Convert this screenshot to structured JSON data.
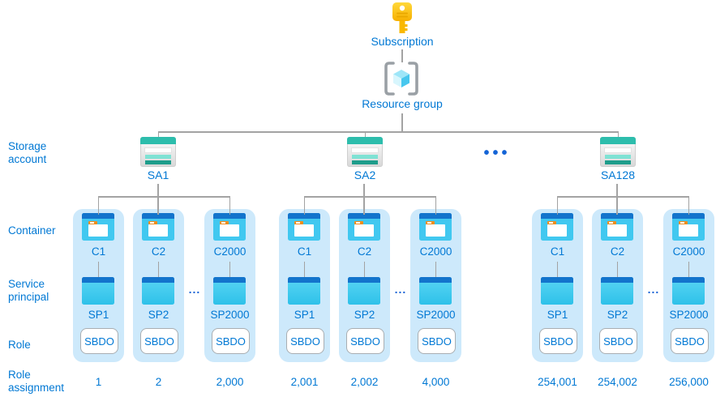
{
  "hierarchy_top": {
    "subscription": {
      "label": "Subscription",
      "icon": "key-icon"
    },
    "resource_group": {
      "label": "Resource group",
      "icon": "resource-group-cube-icon"
    }
  },
  "row_labels": {
    "storage_account": "Storage account",
    "container": "Container",
    "service_principal": "Service principal",
    "role": "Role",
    "role_assignment": "Role assignment"
  },
  "groups": [
    {
      "storage_account": "SA1",
      "columns": [
        {
          "container": "C1",
          "service_principal": "SP1",
          "role": "SBDO",
          "role_assignment": "1"
        },
        {
          "container": "C2",
          "service_principal": "SP2",
          "role": "SBDO",
          "role_assignment": "2"
        },
        {
          "container": "C2000",
          "service_principal": "SP2000",
          "role": "SBDO",
          "role_assignment": "2,000"
        }
      ]
    },
    {
      "storage_account": "SA2",
      "columns": [
        {
          "container": "C1",
          "service_principal": "SP1",
          "role": "SBDO",
          "role_assignment": "2,001"
        },
        {
          "container": "C2",
          "service_principal": "SP2",
          "role": "SBDO",
          "role_assignment": "2,002"
        },
        {
          "container": "C2000",
          "service_principal": "SP2000",
          "role": "SBDO",
          "role_assignment": "4,000"
        }
      ]
    },
    {
      "storage_account": "SA128",
      "columns": [
        {
          "container": "C1",
          "service_principal": "SP1",
          "role": "SBDO",
          "role_assignment": "254,001"
        },
        {
          "container": "C2",
          "service_principal": "SP2",
          "role": "SBDO",
          "role_assignment": "254,002"
        },
        {
          "container": "C2000",
          "service_principal": "SP2000",
          "role": "SBDO",
          "role_assignment": "256,000"
        }
      ]
    }
  ],
  "ellipsis": {
    "between_groups": "•••",
    "between_columns": "..."
  },
  "icons": {
    "subscription": "key-icon",
    "resource_group": "resource-group-cube-icon",
    "storage_account": "storage-account-icon",
    "container": "blob-container-icon",
    "service_principal": "service-principal-icon"
  },
  "colors": {
    "label_blue": "#0078d4",
    "ellipsis_blue": "#1464d6",
    "line_gray": "#a3a3a3",
    "panel_light_blue": "#cde9fb",
    "container_header_blue": "#1374cc",
    "container_body_cyan": "#41c8f0",
    "folder_tab_orange": "#ef8d1d",
    "storage_teal": "#2dbdac",
    "storage_stripe_light": "#7fe2d4",
    "storage_stripe_dark": "#1e9d8b",
    "key_yellow": "#f9b800",
    "role_border_gray": "#a9aeb2"
  }
}
